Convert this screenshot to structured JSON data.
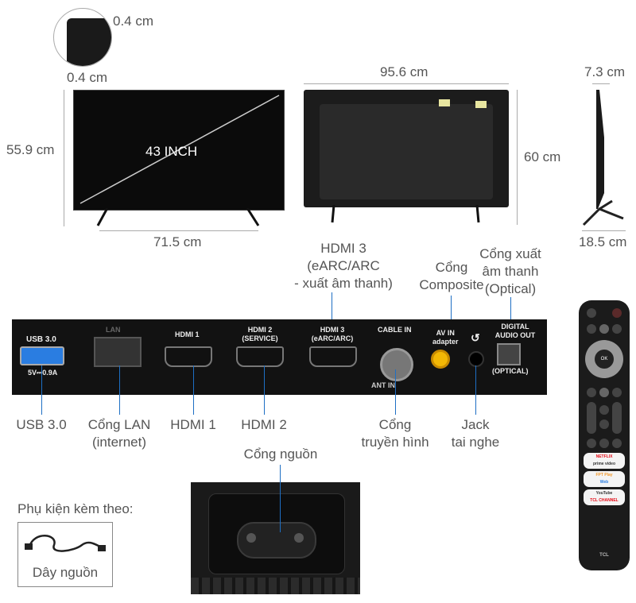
{
  "dimensions": {
    "bezel_thickness": "0.4 cm",
    "bezel_depth": "0.4 cm",
    "screen_size": "43 INCH",
    "height_with_stand": "55.9 cm",
    "stand_width": "71.5  cm",
    "width": "95.6 cm",
    "height": "60 cm",
    "depth": "7.3 cm",
    "stand_depth": "18.5 cm"
  },
  "callouts_top": {
    "hdmi3": [
      "HDMI 3",
      "(eARC/ARC",
      "- xuất âm thanh)"
    ],
    "composite": [
      "Cổng",
      "Composite"
    ],
    "optical": [
      "Cổng xuất",
      "âm thanh",
      "(Optical)"
    ]
  },
  "panel_labels": {
    "usb": "USB 3.0",
    "usb_rating": "5V⎓0.9A",
    "lan": "LAN",
    "hdmi1": "HDMI 1",
    "hdmi2": [
      "HDMI 2",
      "(SERVICE)"
    ],
    "hdmi3": [
      "HDMI 3",
      "(eARC/ARC)"
    ],
    "cable": "CABLE IN",
    "ant": "ANT IN",
    "av": [
      "AV IN",
      "adapter"
    ],
    "digital": [
      "DIGITAL",
      "AUDIO OUT"
    ],
    "optical": "(OPTICAL)"
  },
  "callouts_bottom": {
    "usb": "USB 3.0",
    "lan": [
      "Cổng LAN",
      "(internet)"
    ],
    "hdmi1": "HDMI 1",
    "hdmi2": "HDMI 2",
    "antenna": [
      "Cổng",
      "truyền hình"
    ],
    "jack": [
      "Jack",
      "tai nghe"
    ]
  },
  "power": {
    "label": "Cổng nguồn"
  },
  "accessories": {
    "title": "Phụ kiện kèm theo:",
    "item": "Dây nguồn"
  },
  "remote": {
    "ok": "OK",
    "brand": "TCL",
    "apps": [
      "NETFLIX",
      "prime video",
      "FPT Play",
      "Web",
      "YouTube",
      "TCL CHANNEL"
    ]
  },
  "colors": {
    "callout_line": "#1e6fc4",
    "usb_blue": "#2a7de1",
    "av_yellow": "#f2b705"
  }
}
